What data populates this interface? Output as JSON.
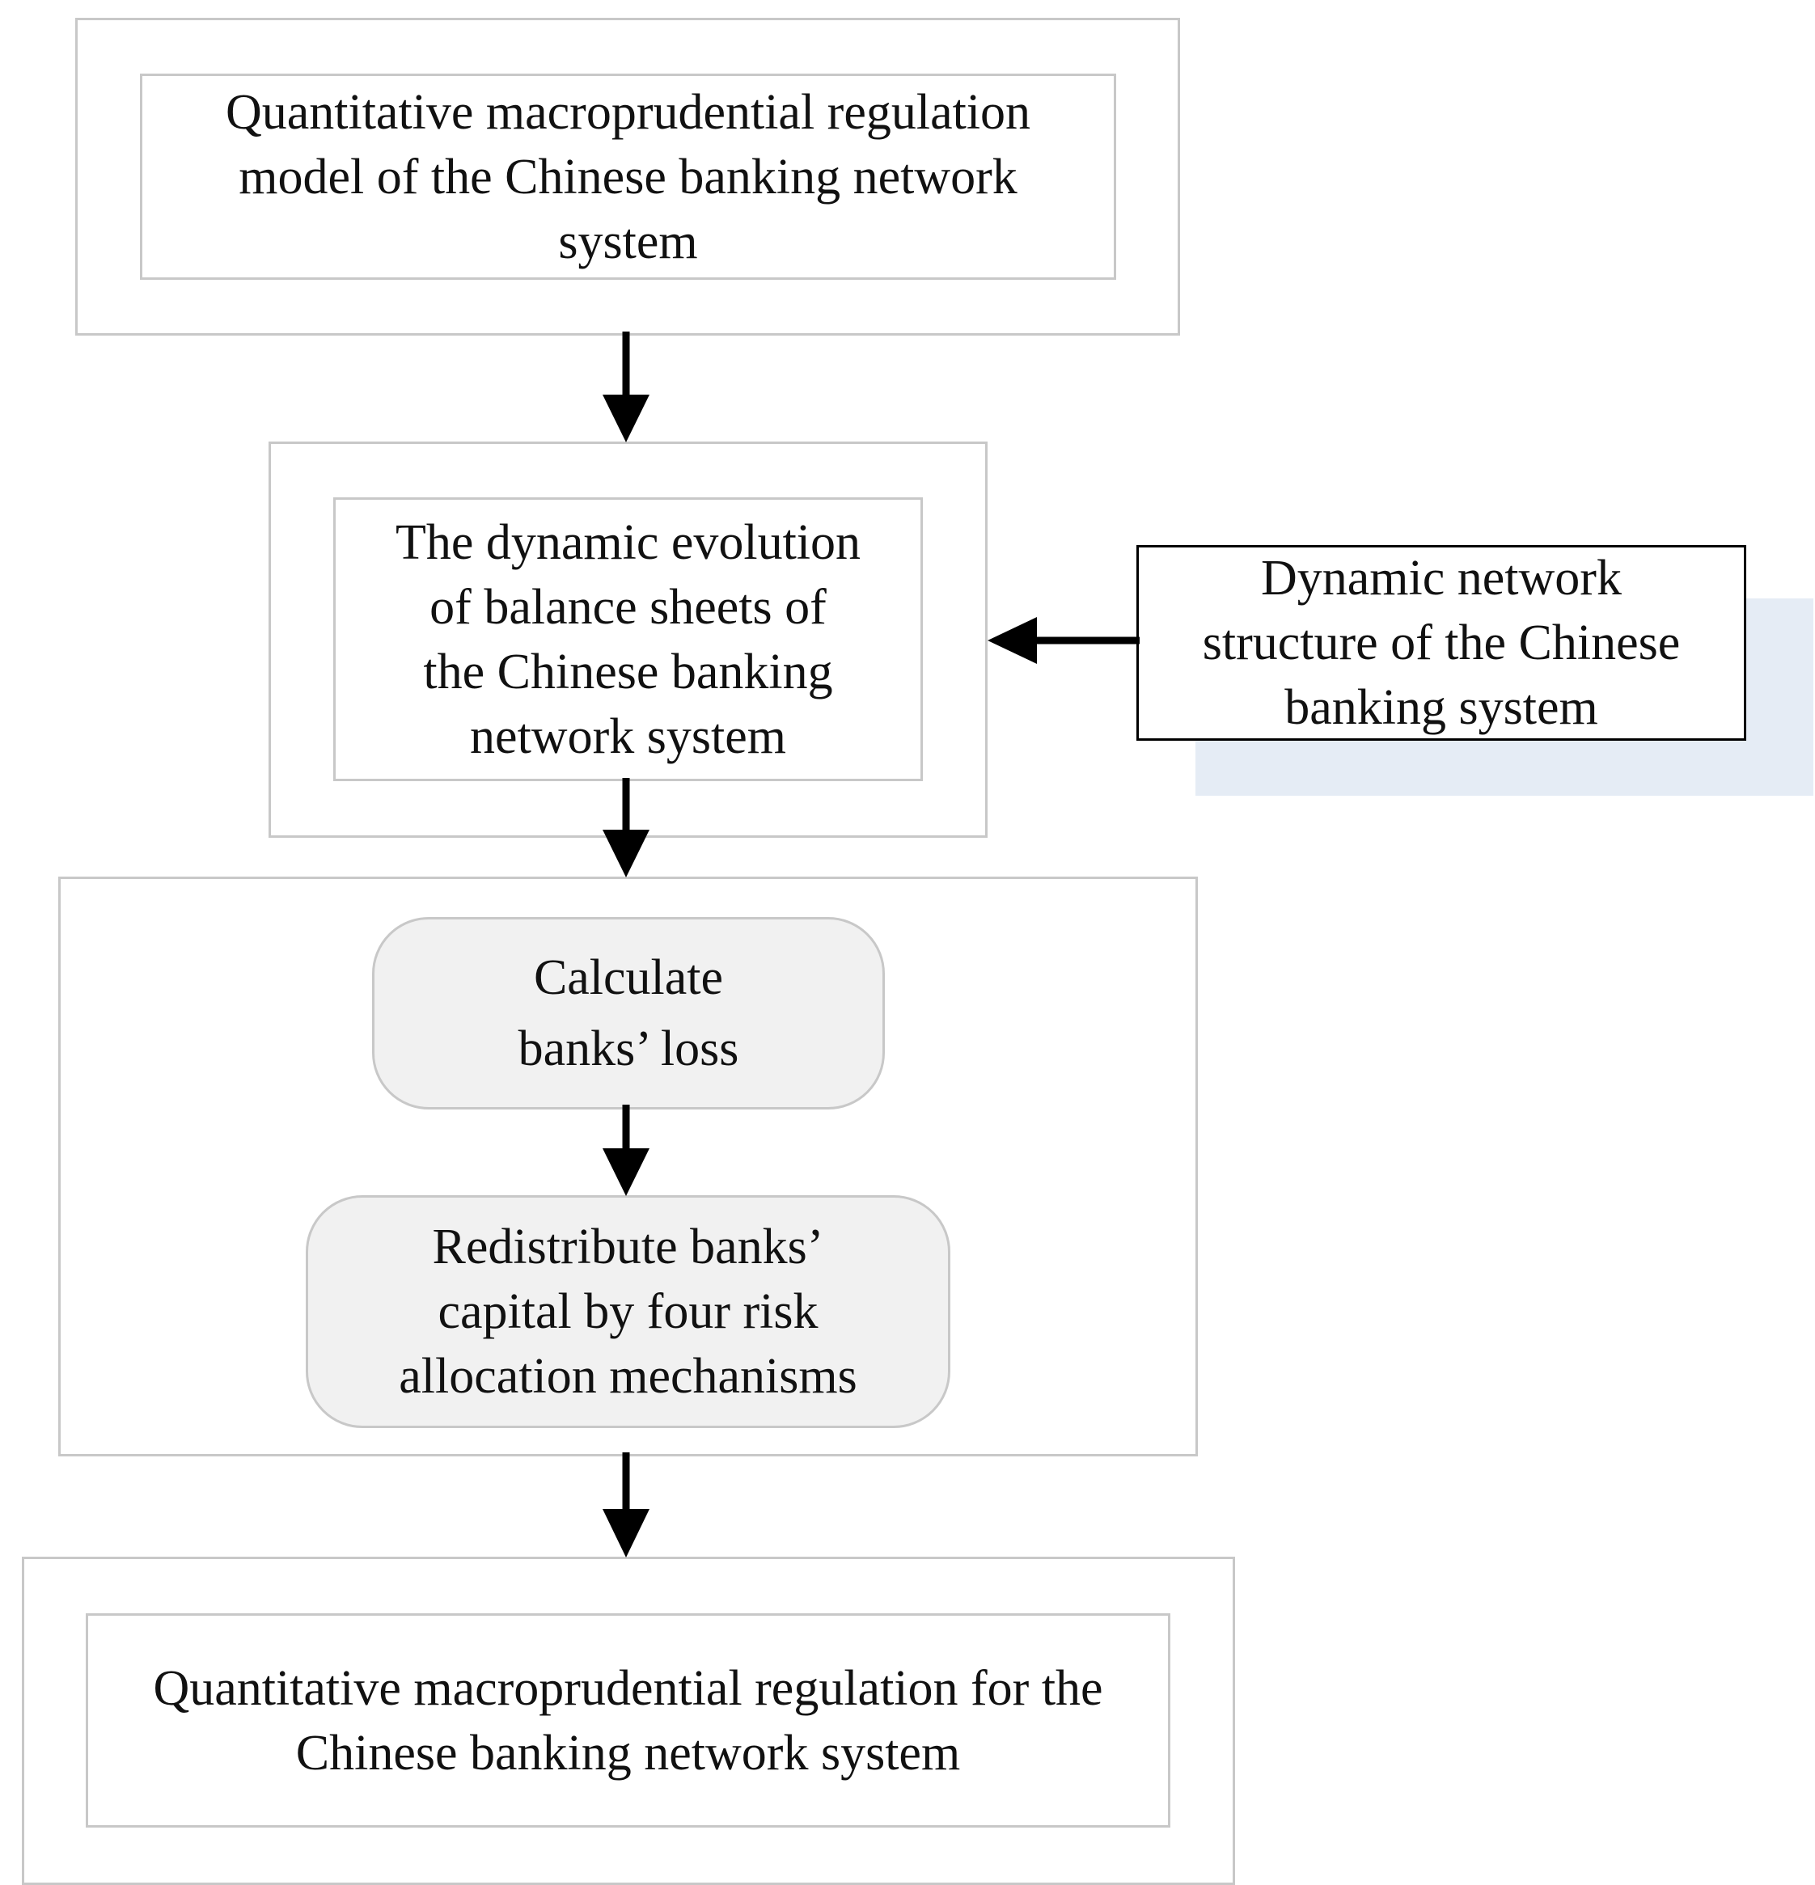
{
  "diagram": {
    "box_model": {
      "label": "Quantitative macroprudential regulation\nmodel of the Chinese banking network\nsystem"
    },
    "box_evolution": {
      "label": "The dynamic evolution\nof  balance sheets of\nthe Chinese banking\nnetwork system"
    },
    "box_network_structure": {
      "label": "Dynamic network\nstructure of the Chinese\nbanking system"
    },
    "box_calculate_loss": {
      "label": "Calculate\nbanks’  loss"
    },
    "box_redistribute": {
      "label": "Redistribute banks’\ncapital by four risk\nallocation mechanisms"
    },
    "box_regulation": {
      "label": "Quantitative macroprudential regulation for the\nChinese banking network system"
    },
    "colors": {
      "frame_border": "#c8c8c8",
      "rounded_fill": "#f1f1f1",
      "shade_fill": "#e5ecf5",
      "arrow": "#000000"
    }
  }
}
